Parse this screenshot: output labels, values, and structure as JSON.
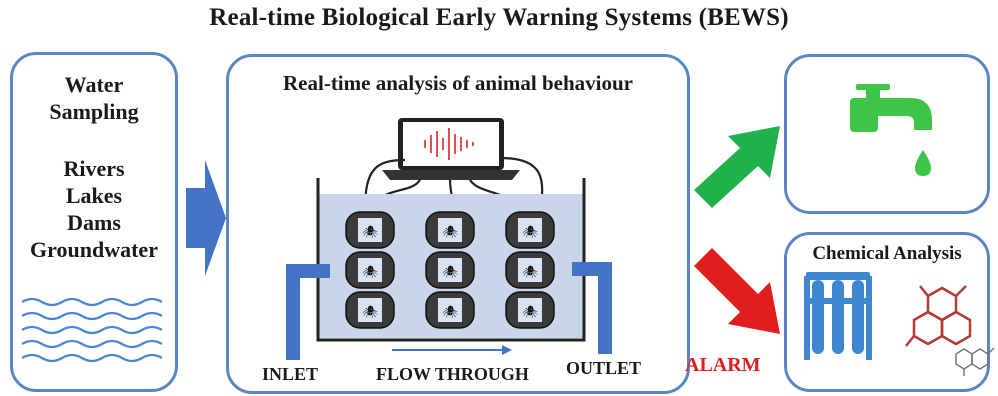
{
  "title": "Real-time Biological Early Warning Systems (BEWS)",
  "source": {
    "heading_line1": "Water",
    "heading_line2": "Sampling",
    "items": [
      "Rivers",
      "Lakes",
      "Dams",
      "Groundwater"
    ]
  },
  "analysis": {
    "title": "Real-time analysis of animal behaviour",
    "inlet_label": "INLET",
    "flow_label": "FLOW THROUGH",
    "outlet_label": "OUTLET"
  },
  "outcomes": {
    "chemical_title": "Chemical Analysis",
    "alarm_label": "ALARM"
  },
  "colors": {
    "box_border": "#5b86c4",
    "arrow_blue": "#4472c4",
    "arrow_green": "#1fb24a",
    "arrow_red": "#e01e1e",
    "tap_green": "#3fc44a",
    "tube_blue": "#3f86d0",
    "hex_red": "#b23a3a"
  }
}
